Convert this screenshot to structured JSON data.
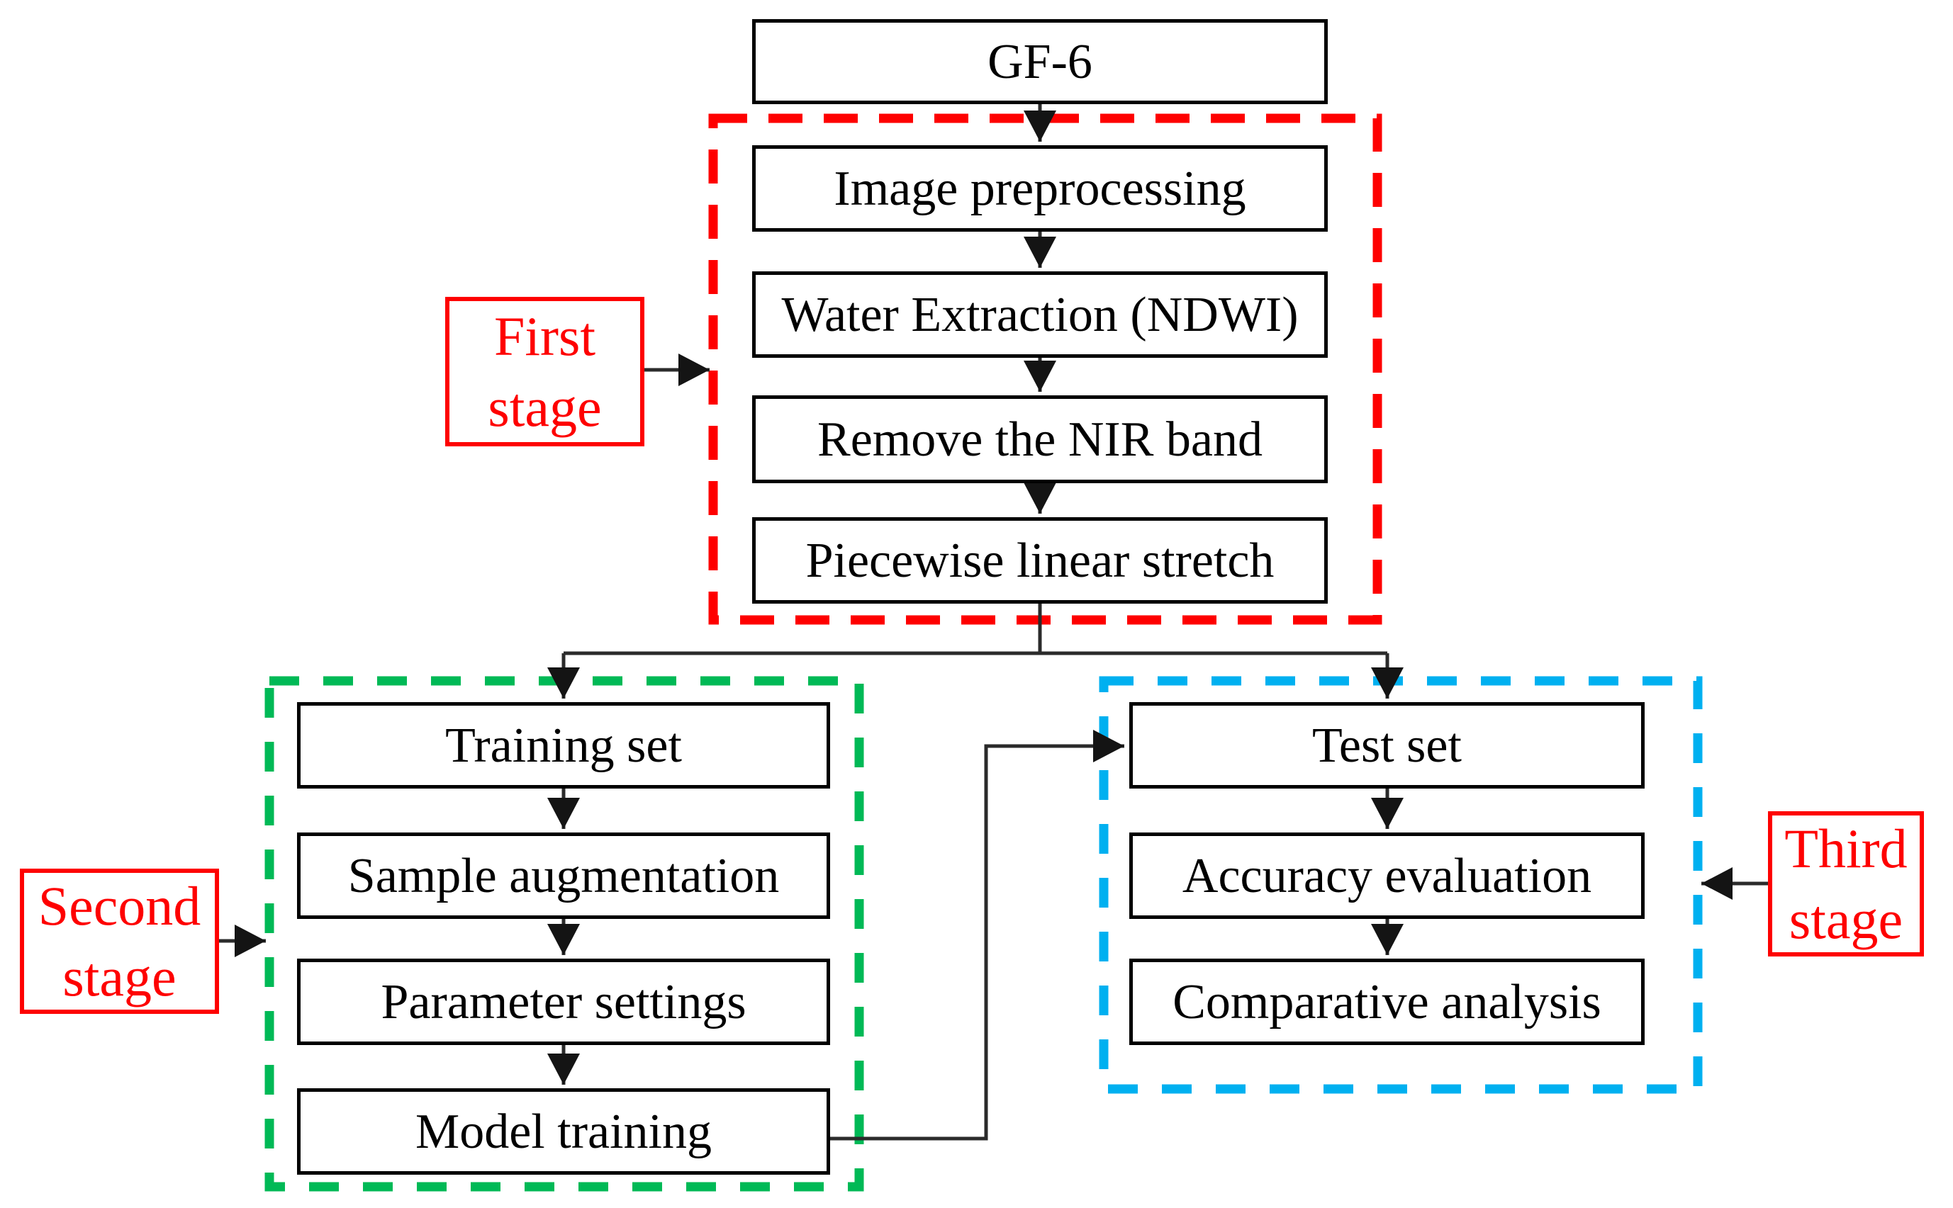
{
  "source": {
    "label": "GF-6"
  },
  "stages": {
    "first": {
      "label": "First stage",
      "steps": [
        "Image preprocessing",
        "Water Extraction (NDWI)",
        "Remove the NIR band",
        "Piecewise linear stretch"
      ]
    },
    "second": {
      "label": "Second stage",
      "steps": [
        "Training set",
        "Sample augmentation",
        "Parameter settings",
        "Model training"
      ]
    },
    "third": {
      "label": "Third stage",
      "steps": [
        "Test set",
        "Accuracy evaluation",
        "Comparative analysis"
      ]
    }
  },
  "edges": [
    {
      "from": "GF-6",
      "to": "Image preprocessing"
    },
    {
      "from": "Image preprocessing",
      "to": "Water Extraction (NDWI)"
    },
    {
      "from": "Water Extraction (NDWI)",
      "to": "Remove the NIR band"
    },
    {
      "from": "Remove the NIR band",
      "to": "Piecewise linear stretch"
    },
    {
      "from": "Piecewise linear stretch",
      "to": "Training set"
    },
    {
      "from": "Piecewise linear stretch",
      "to": "Test set"
    },
    {
      "from": "Training set",
      "to": "Sample augmentation"
    },
    {
      "from": "Sample augmentation",
      "to": "Parameter settings"
    },
    {
      "from": "Parameter settings",
      "to": "Model training"
    },
    {
      "from": "Model training",
      "to": "Test set"
    },
    {
      "from": "Test set",
      "to": "Accuracy evaluation"
    },
    {
      "from": "Accuracy evaluation",
      "to": "Comparative analysis"
    },
    {
      "from": "First stage",
      "to": "first-stage-frame"
    },
    {
      "from": "Second stage",
      "to": "second-stage-frame"
    },
    {
      "from": "Third stage",
      "to": "third-stage-frame"
    }
  ],
  "colors": {
    "stage1-border": "#fe0000",
    "stage2-border": "#00b956",
    "stage3-border": "#00b0f0",
    "stage-label": "#fe0000",
    "node-border": "#000000",
    "node-text": "#000000",
    "connector": "#2b2b2b",
    "background": "#ffffff"
  }
}
